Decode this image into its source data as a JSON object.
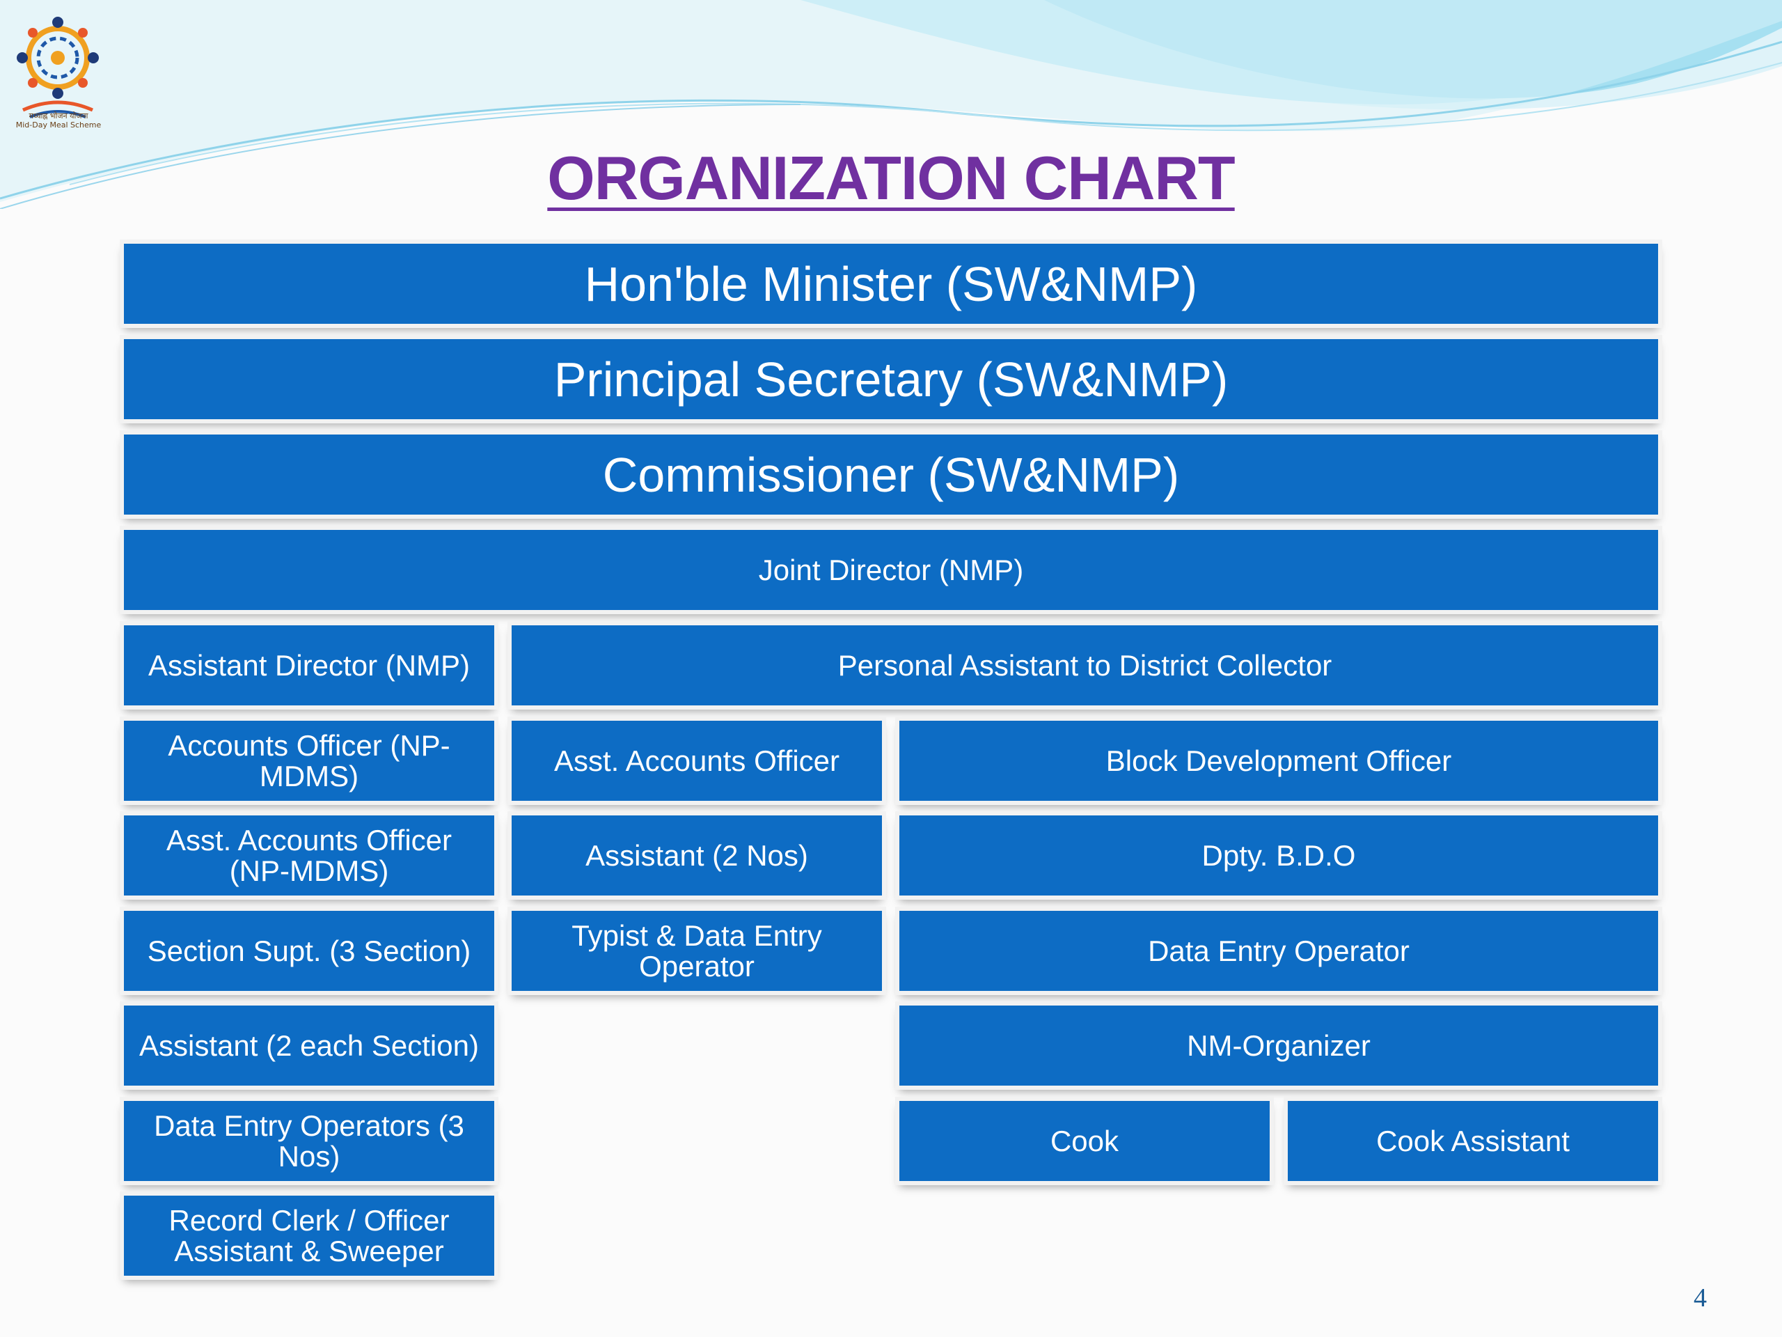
{
  "slide": {
    "title": "ORGANIZATION CHART",
    "page_number": "4",
    "logo_caption_line1": "मध्याह्न भोजन योजना",
    "logo_caption_line2": "Mid-Day Meal Scheme"
  },
  "colors": {
    "box_fill": "#0d6cc4",
    "title": "#7030a0",
    "wave_light": "#bde9f4",
    "wave_dark": "#7fd0ea"
  },
  "chart": {
    "level1": "Hon'ble Minister (SW&NMP)",
    "level2": "Principal Secretary (SW&NMP)",
    "level3": "Commissioner (SW&NMP)",
    "level4": "Joint Director (NMP)",
    "left_column": [
      "Assistant Director (NMP)",
      "Accounts Officer (NP-MDMS)",
      "Asst. Accounts Officer (NP-MDMS)",
      "Section Supt. (3 Section)",
      "Assistant (2 each Section)",
      "Data Entry Operators (3 Nos)",
      "Record Clerk / Officer Assistant & Sweeper"
    ],
    "collector_pa": "Personal Assistant to District Collector",
    "middle_column": [
      "Asst. Accounts Officer",
      "Assistant (2 Nos)",
      "Typist & Data Entry Operator"
    ],
    "right_column": [
      "Block Development Officer",
      "Dpty. B.D.O",
      "Data Entry Operator",
      "NM-Organizer"
    ],
    "bottom_pair": [
      "Cook",
      "Cook Assistant"
    ]
  }
}
